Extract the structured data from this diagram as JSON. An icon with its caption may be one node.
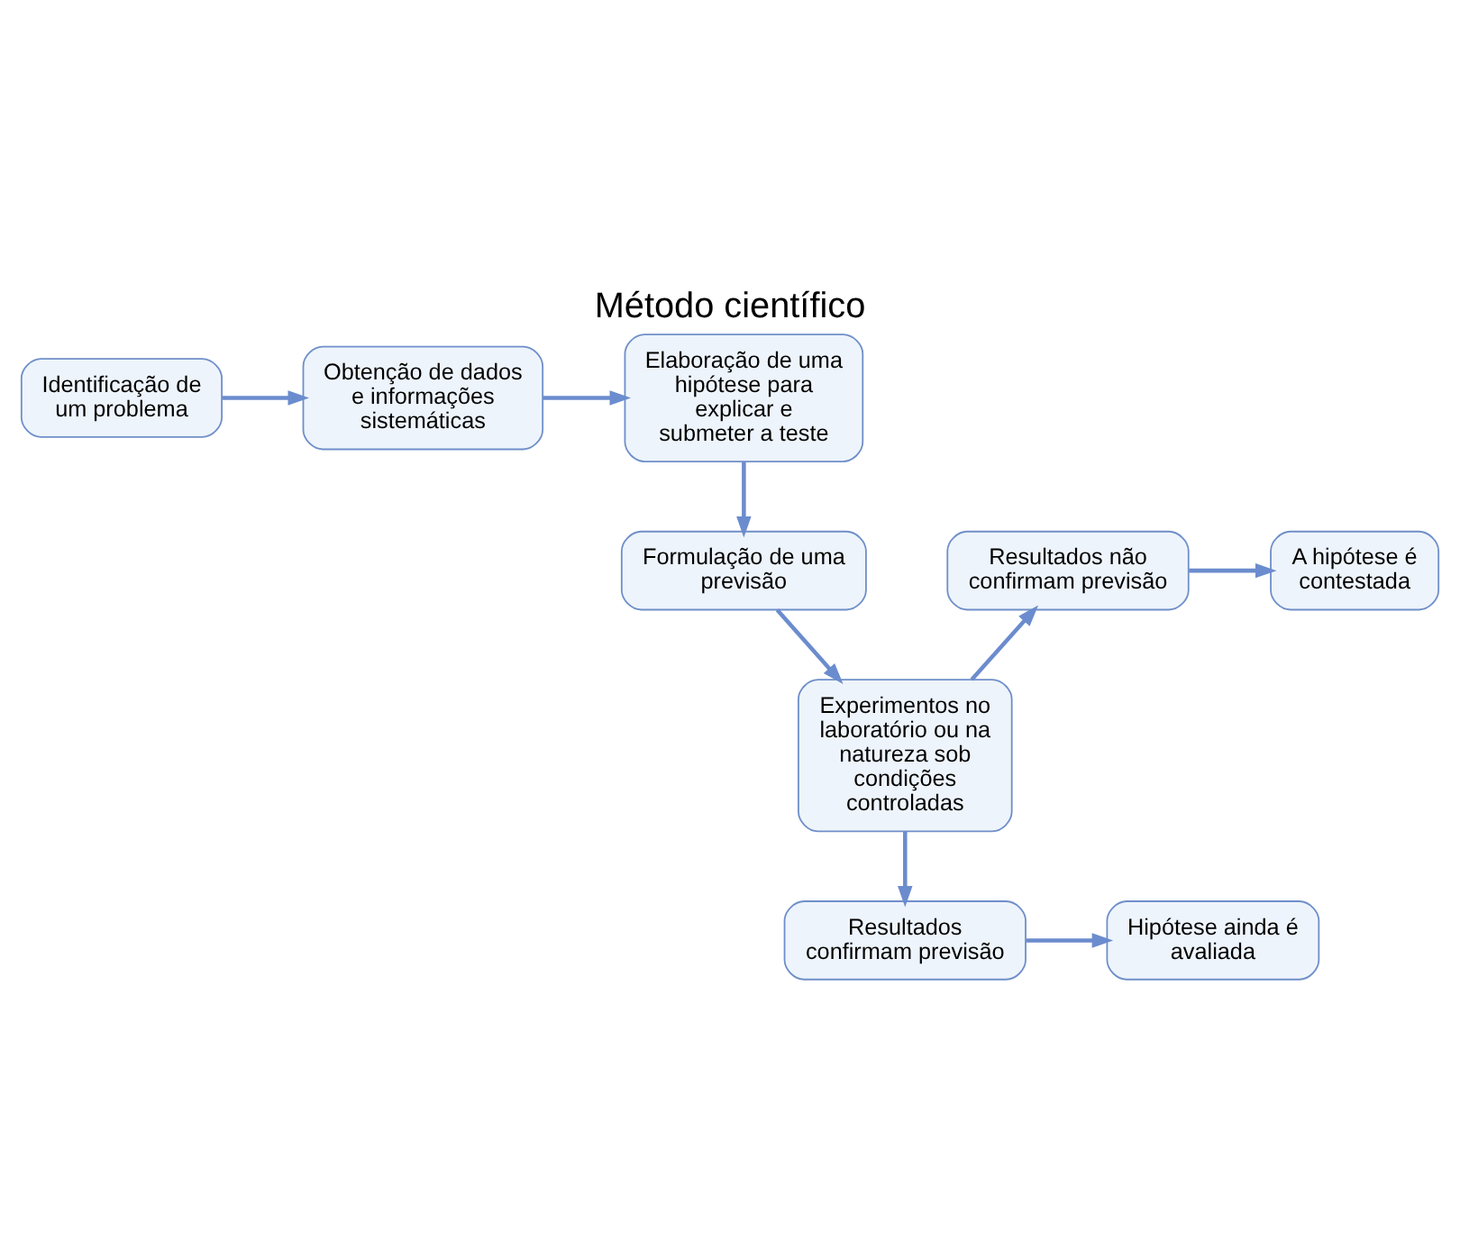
{
  "diagram": {
    "title": "Método científico",
    "nodes": [
      {
        "text": [
          "Identificação de um problema"
        ]
      },
      {
        "text": [
          "Obtenção de dados e informações sistemáticas"
        ]
      },
      {
        "text": [
          "Elaboração de uma hipótese para explicar e submeter a teste"
        ]
      },
      {
        "text": [
          "Resultados não confirmam previsão"
        ]
      },
      {
        "text": [
          "A hipótese é contestada"
        ]
      },
      {
        "text": [
          "Formulação de uma previsão"
        ]
      },
      {
        "text": [
          "Experimentos no laboratório ou na natureza sob condições controladas"
        ]
      },
      {
        "text": [
          "Resultados confirmam previsão"
        ]
      },
      {
        "text": [
          "Hipótese ainda é avaliada"
        ]
      }
    ],
    "edges": [
      {
        "from": 0,
        "to": 1,
        "arrow": "to"
      },
      {
        "from": 1,
        "to": 2,
        "arrow": "to"
      },
      {
        "from": 2,
        "to": 5,
        "arrow": "to"
      },
      {
        "from": 3,
        "to": 4,
        "arrow": "to"
      },
      {
        "from": 5,
        "to": 6,
        "arrow": "to"
      },
      {
        "from": 6,
        "to": 3,
        "arrow": "to"
      },
      {
        "from": 6,
        "to": 7,
        "arrow": "to"
      },
      {
        "from": 7,
        "to": 8,
        "arrow": "to"
      }
    ]
  }
}
